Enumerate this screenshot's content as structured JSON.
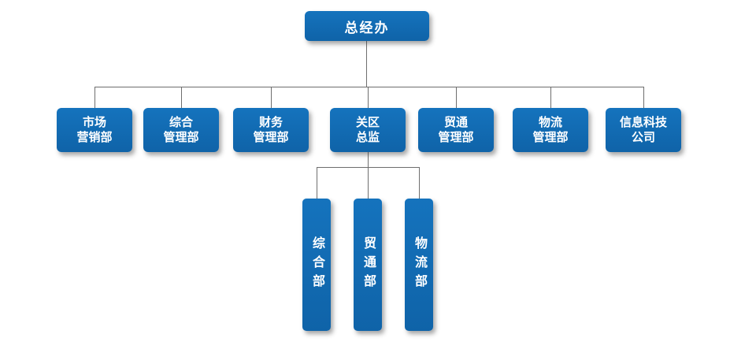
{
  "org_chart": {
    "root": {
      "label": "总经办"
    },
    "level2": [
      {
        "id": "marketing-dept",
        "label": "市场\n营销部"
      },
      {
        "id": "general-mgmt-dept",
        "label": "综合\n管理部"
      },
      {
        "id": "finance-mgmt-dept",
        "label": "财务\n管理部"
      },
      {
        "id": "customs-director",
        "label": "关区\n总监"
      },
      {
        "id": "trade-mgmt-dept",
        "label": "贸通\n管理部"
      },
      {
        "id": "logistics-mgmt-dept",
        "label": "物流\n管理部"
      },
      {
        "id": "it-company",
        "label": "信息科技\n公司"
      }
    ],
    "level3": [
      {
        "id": "general-sub-dept",
        "label": "综合部"
      },
      {
        "id": "trade-sub-dept",
        "label": "贸通部"
      },
      {
        "id": "logistics-sub-dept",
        "label": "物流部"
      }
    ],
    "colors": {
      "box_blue": "#0f63a8",
      "connector_gray": "#6e6e6e"
    }
  }
}
